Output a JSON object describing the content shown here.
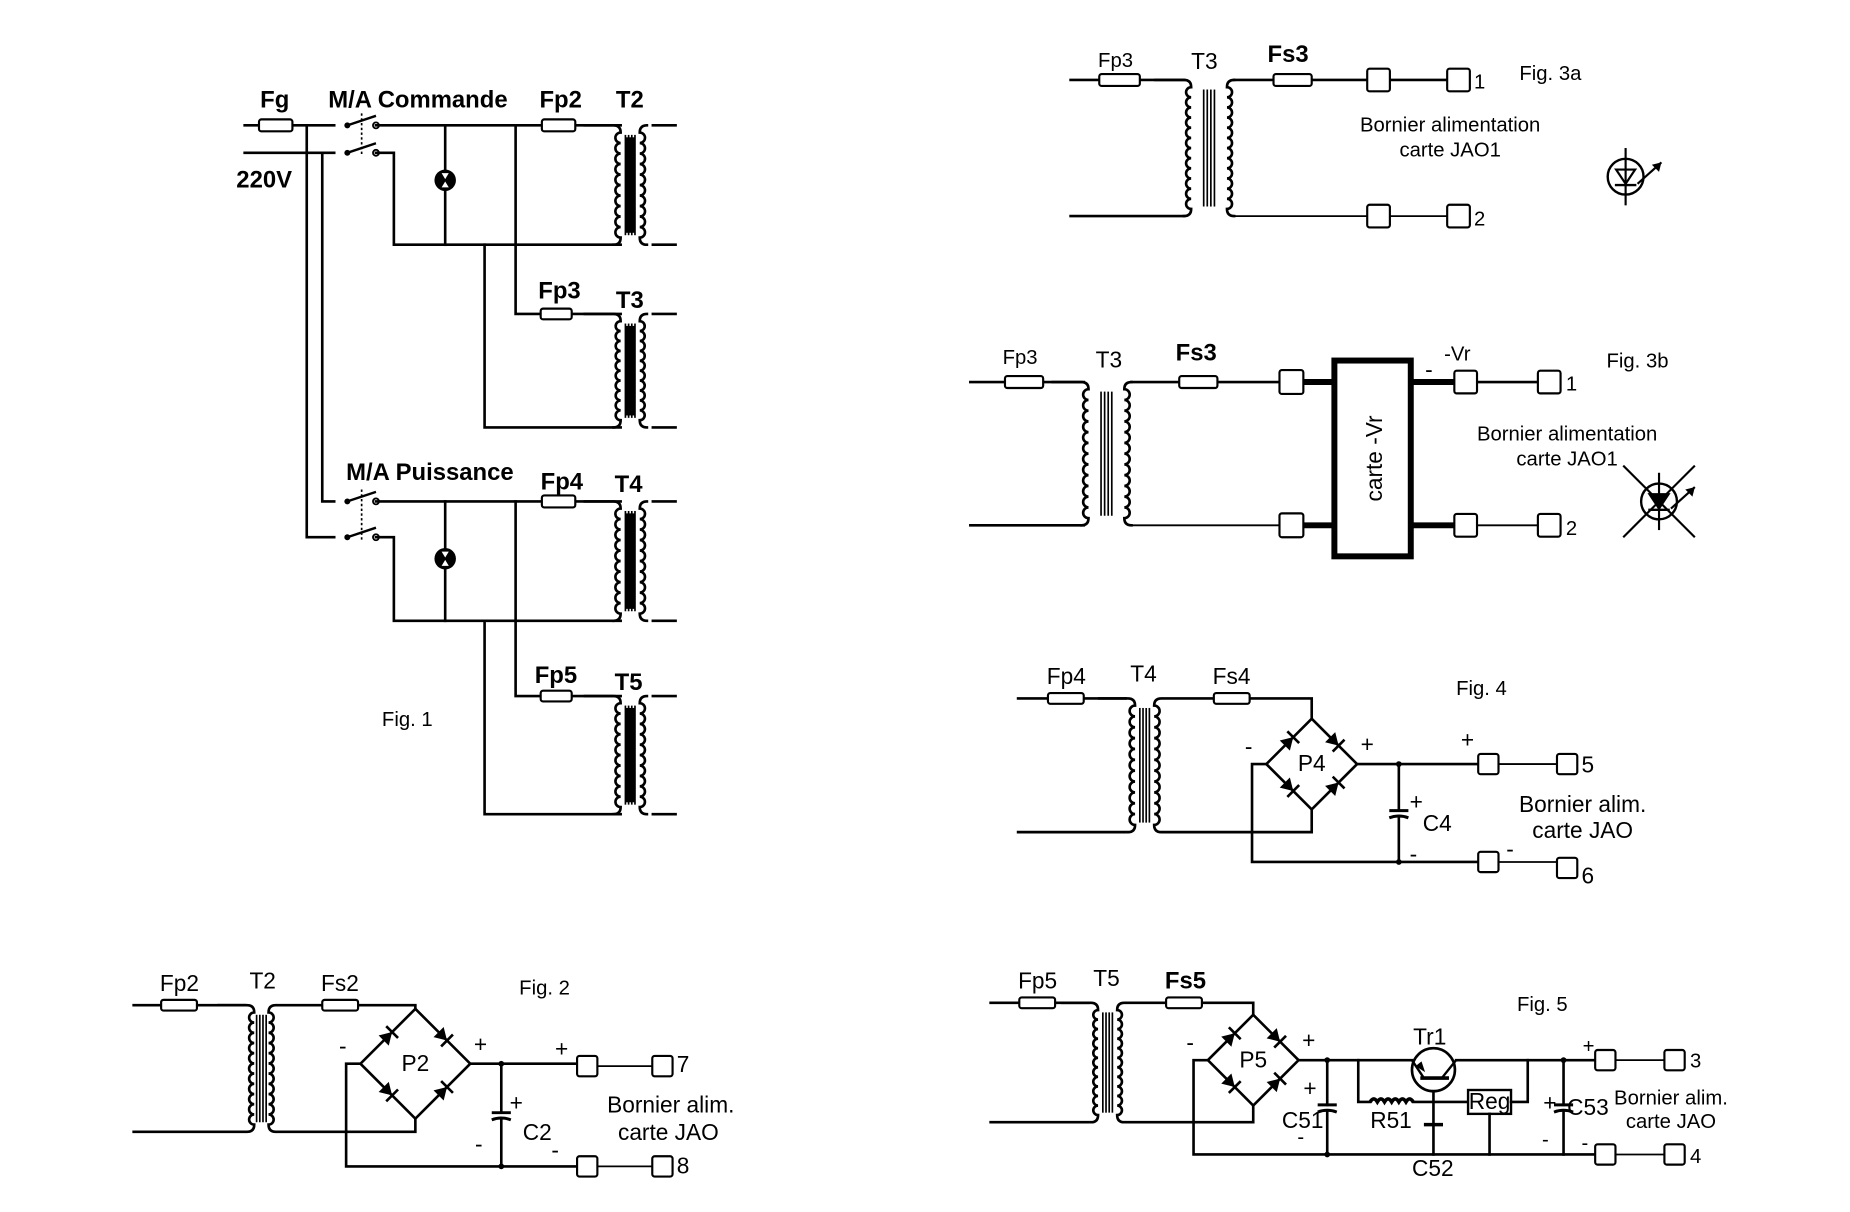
{
  "title": "Schémas d'alimentation carte JAO",
  "fig1": {
    "caption": "Fig. 1",
    "input_label": "220V",
    "main_fuse": "Fg",
    "switch_command": "M/A Commande",
    "switch_power": "M/A Puissance",
    "branches": [
      {
        "fuse": "Fp2",
        "transformer": "T2"
      },
      {
        "fuse": "Fp3",
        "transformer": "T3"
      },
      {
        "fuse": "Fp4",
        "transformer": "T4"
      },
      {
        "fuse": "Fp5",
        "transformer": "T5"
      }
    ]
  },
  "fig2": {
    "caption": "Fig. 2",
    "primary_fuse": "Fp2",
    "transformer": "T2",
    "secondary_fuse": "Fs2",
    "bridge": "P2",
    "capacitor": "C2",
    "plus": "+",
    "minus": "-",
    "terminal_block": [
      "Bornier alim.",
      "carte JAO"
    ],
    "terminals": [
      "7",
      "8"
    ]
  },
  "fig3a": {
    "caption": "Fig. 3a",
    "primary_fuse": "Fp3",
    "transformer": "T3",
    "secondary_fuse": "Fs3",
    "terminal_block": [
      "Bornier alimentation",
      "carte JAO1"
    ],
    "terminals": [
      "1",
      "2"
    ],
    "indicator": "led-icon"
  },
  "fig3b": {
    "caption": "Fig. 3b",
    "primary_fuse": "Fp3",
    "transformer": "T3",
    "secondary_fuse": "Fs3",
    "module": "carte -Vr",
    "output_label": "-Vr",
    "minus": "-",
    "terminal_block": [
      "Bornier alimentation",
      "carte JAO1"
    ],
    "terminals": [
      "1",
      "2"
    ],
    "indicator": "led-crossed-icon"
  },
  "fig4": {
    "caption": "Fig. 4",
    "primary_fuse": "Fp4",
    "transformer": "T4",
    "secondary_fuse": "Fs4",
    "bridge": "P4",
    "capacitor": "C4",
    "plus": "+",
    "minus": "-",
    "terminal_block": [
      "Bornier alim.",
      "carte JAO"
    ],
    "terminals": [
      "5",
      "6"
    ]
  },
  "fig5": {
    "caption": "Fig. 5",
    "primary_fuse": "Fp5",
    "transformer": "T5",
    "secondary_fuse": "Fs5",
    "bridge": "P5",
    "capacitor_in": "C51",
    "resistor": "R51",
    "transistor": "Tr1",
    "capacitor_base": "C52",
    "regulator": "Reg",
    "capacitor_out": "C53",
    "plus": "+",
    "minus": "-",
    "terminal_block": [
      "Bornier alim.",
      "carte JAO"
    ],
    "terminals": [
      "3",
      "4"
    ]
  }
}
